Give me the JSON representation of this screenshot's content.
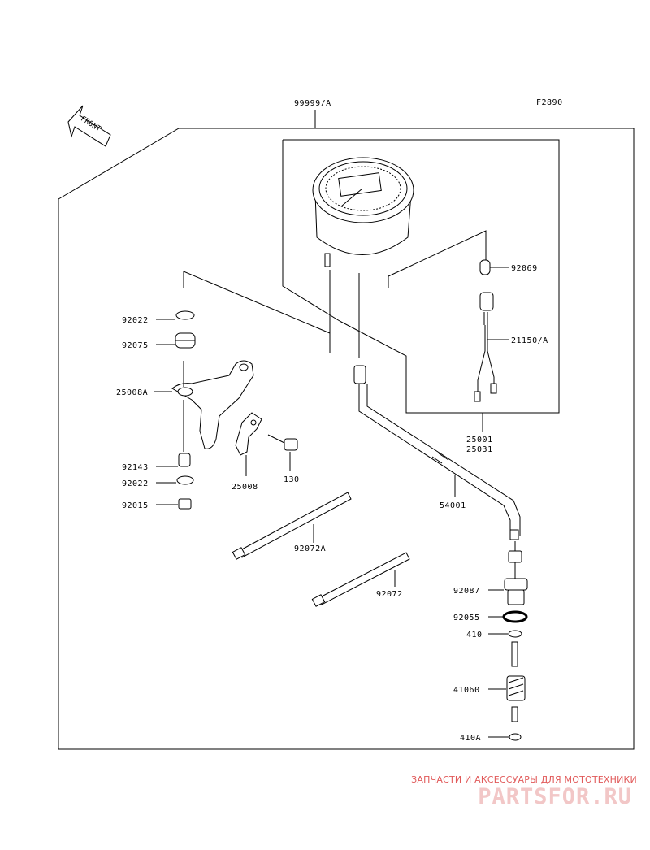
{
  "figure_code": "F2890",
  "front_label": "FRONT",
  "assembly_label": "99999/A",
  "parts": {
    "p92069": "92069",
    "p21150A": "21150/A",
    "p92022a": "92022",
    "p92075": "92075",
    "p25008A": "25008A",
    "p92143": "92143",
    "p92022b": "92022",
    "p92015": "92015",
    "p25008": "25008",
    "p130": "130",
    "p25001": "25001",
    "p25031": "25031",
    "p54001": "54001",
    "p92072A": "92072A",
    "p92072": "92072",
    "p92087": "92087",
    "p92055": "92055",
    "p410": "410",
    "p41060": "41060",
    "p410A": "410A"
  },
  "watermark": {
    "caption": "ЗАПЧАСТИ И АКСЕССУАРЫ ДЛЯ МОТОТЕХНИКИ",
    "logo": "PARTSFOR.RU"
  },
  "colors": {
    "ink": "#000000",
    "watermark_caption": "#e15a5a",
    "watermark_logo": "#f2c7c7"
  }
}
